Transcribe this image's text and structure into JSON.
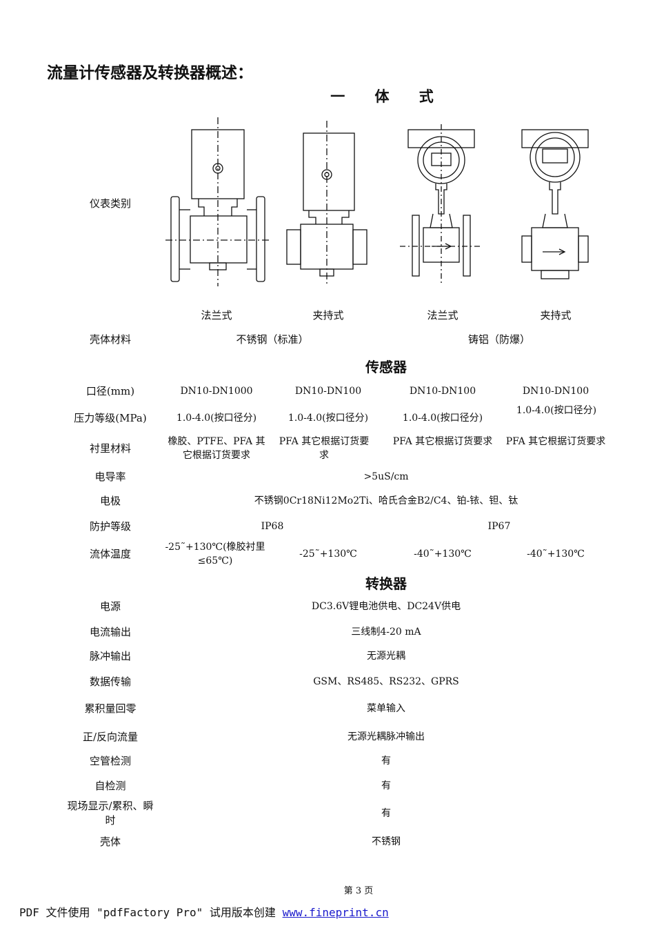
{
  "title": "流量计传感器及转换器概述：",
  "subtitle": "一 体 式",
  "row_instrument": {
    "label": "仪表类别",
    "types": [
      "法兰式",
      "夹持式",
      "法兰式",
      "夹持式"
    ]
  },
  "row_shell_material": {
    "label": "壳体材料",
    "left": "不锈钢（标准）",
    "right": "铸铝（防爆）"
  },
  "sensor_section": "传感器",
  "sensor_rows": {
    "diameter": {
      "label": "口径(mm)",
      "v1": "DN10-DN1000",
      "v2": "DN10-DN100",
      "v3": "DN10-DN100",
      "v4": "DN10-DN100"
    },
    "pressure": {
      "label": "压力等级(MPa)",
      "v1": "1.0-4.0(按口径分)",
      "v2": "1.0-4.0(按口径分)",
      "v3": "1.0-4.0(按口径分)",
      "v4": "1.0-4.0(按口径分)"
    },
    "lining": {
      "label": "衬里材料",
      "v1": "橡胶、PTFE、PFA 其它根据订货要求",
      "v2": "PFA 其它根据订货要求",
      "v3": "PFA 其它根据订货要求",
      "v4": "PFA 其它根据订货要求"
    },
    "conductivity": {
      "label": "电导率",
      "value": ">5uS/cm"
    },
    "electrode": {
      "label": "电极",
      "value": "不锈钢0Cr18Ni12Mo2Ti、哈氏合金B2/C4、铂-铱、钽、钛"
    },
    "protection": {
      "label": "防护等级",
      "left": "IP68",
      "right": "IP67"
    },
    "temperature": {
      "label": "流体温度",
      "v1": "-25˜+130℃(橡胶衬里≤65℃)",
      "v2": "-25˜+130℃",
      "v3": "-40˜+130℃",
      "v4": "-40˜+130℃"
    }
  },
  "converter_section": "转换器",
  "converter_rows": [
    {
      "label": "电源",
      "value": "DC3.6V锂电池供电、DC24V供电"
    },
    {
      "label": "电流输出",
      "value": "三线制4-20 mA"
    },
    {
      "label": "脉冲输出",
      "value": "无源光耦"
    },
    {
      "label": "数据传输",
      "value": "GSM、RS485、RS232、GPRS"
    },
    {
      "label": "累积量回零",
      "value": "菜单输入"
    },
    {
      "label": "正/反向流量",
      "value": "无源光耦脉冲输出"
    },
    {
      "label": "空管检测",
      "value": "有"
    },
    {
      "label": "自检测",
      "value": "有"
    },
    {
      "label": "现场显示/累积、瞬时",
      "value": "有"
    },
    {
      "label": "壳体",
      "value": "不锈钢"
    }
  ],
  "page_number": "第 3 页",
  "footer": {
    "text": "PDF 文件使用 \"pdfFactory Pro\" 试用版本创建",
    "link": "www.fineprint.cn"
  }
}
